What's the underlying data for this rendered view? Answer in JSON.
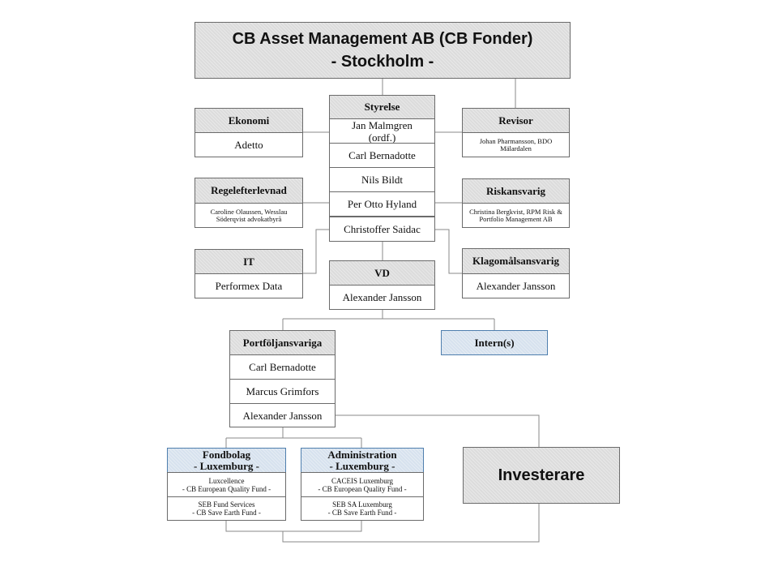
{
  "company": {
    "line1": "CB Asset Management AB (CB Fonder)",
    "line2": "- Stockholm -"
  },
  "styrelse": {
    "title": "Styrelse",
    "members": [
      "Jan Malmgren (ordf.)",
      "Carl Bernadotte",
      "Nils Bildt",
      "Per Otto Hyland",
      "Christoffer Saidac"
    ]
  },
  "ekonomi": {
    "title": "Ekonomi",
    "value": "Adetto"
  },
  "revisor": {
    "title": "Revisor",
    "value": "Johan Pharmansson, BDO Mälardalen"
  },
  "regelefterlevnad": {
    "title": "Regelefterlevnad",
    "value": "Caroline Olaussen, Wesslau Söderqvist advokatbyrå"
  },
  "riskansvarig": {
    "title": "Riskansvarig",
    "value": "Christina Bergkvist, RPM Risk & Portfolio Management AB"
  },
  "it": {
    "title": "IT",
    "value": "Performex Data"
  },
  "klagomal": {
    "title": "Klagomålsansvarig",
    "value": "Alexander Jansson"
  },
  "vd": {
    "title": "VD",
    "value": "Alexander Jansson"
  },
  "portfolj": {
    "title": "Portföljansvariga",
    "members": [
      "Carl Bernadotte",
      "Marcus Grimfors",
      "Alexander Jansson"
    ]
  },
  "intern": {
    "title": "Intern(s)"
  },
  "fondbolag": {
    "title1": "Fondbolag",
    "title2": "- Luxemburg -",
    "row1a": "Luxcellence",
    "row1b": "- CB European Quality Fund -",
    "row2a": "SEB Fund Services",
    "row2b": "- CB Save Earth Fund -"
  },
  "administration": {
    "title1": "Administration",
    "title2": "- Luxemburg -",
    "row1a": "CACEIS Luxemburg",
    "row1b": "- CB European Quality Fund -",
    "row2a": "SEB SA Luxemburg",
    "row2b": "- CB Save Earth Fund -"
  },
  "investerare": {
    "title": "Investerare"
  },
  "colors": {
    "header_gray": "#dcdcdc",
    "header_blue": "#d7e2ee",
    "line": "#8a8a8a",
    "border_blue": "#4f7fae"
  }
}
